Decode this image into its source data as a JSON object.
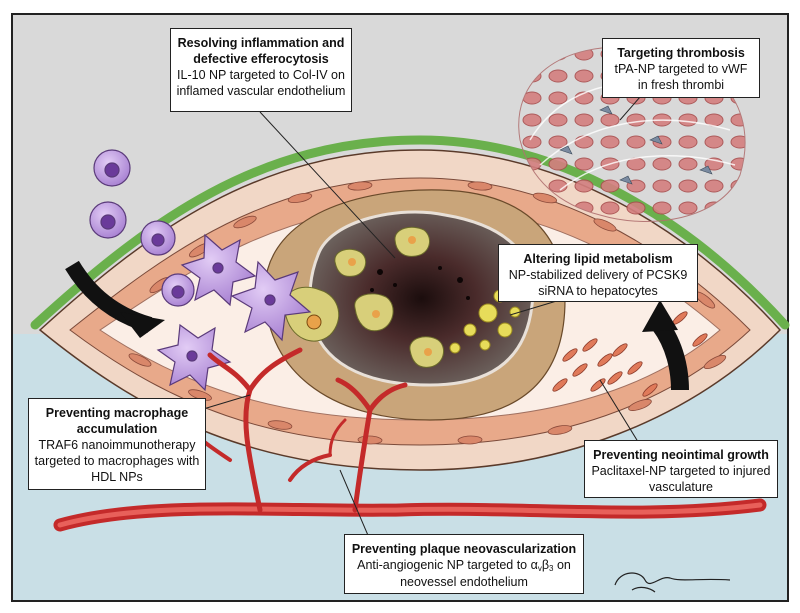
{
  "callouts": {
    "inflammation": {
      "title_1": "Resolving inflammation and",
      "title_2": "defective efferocytosis",
      "line_1": "IL-10 NP targeted to Col-IV on",
      "line_2": "inflamed vascular endothelium"
    },
    "thrombosis": {
      "title": "Targeting thrombosis",
      "line_1": "tPA-NP targeted to vWF",
      "line_2": "in fresh thrombi"
    },
    "lipid": {
      "title": "Altering lipid metabolism",
      "line_1": "NP-stabilized delivery of PCSK9",
      "line_2": "siRNA to hepatocytes"
    },
    "macrophage": {
      "title_1": "Preventing macrophage",
      "title_2": "accumulation",
      "line_1": "TRAF6 nanoimmunotherapy",
      "line_2": "targeted to macrophages with",
      "line_3": "HDL NPs"
    },
    "neointimal": {
      "title": "Preventing neointimal growth",
      "line_1": "Paclitaxel-NP targeted to injured",
      "line_2": "vasculature"
    },
    "neovascularization": {
      "title": "Preventing plaque neovascularization",
      "line_1_pre": "Anti-angiogenic NP targeted to α",
      "sub_1": "v",
      "mid": "β",
      "sub_2": "3",
      "line_1_post": " on",
      "line_2": "neovessel endothelium"
    }
  },
  "colors": {
    "background_top": "#d9d9d9",
    "background_bottom": "#c9dfe6",
    "adventitia": "#f1d7c6",
    "endothelium": "#6ab04c",
    "lipid_core": "#6b6058",
    "necrotic_center": "#2a1616",
    "macrophage": "#b98be0",
    "monocyte": "#c9a4ea",
    "vessel_red": "#c42a2a",
    "arrow": "#111111",
    "thrombus_rbc": "#c76a6a"
  }
}
